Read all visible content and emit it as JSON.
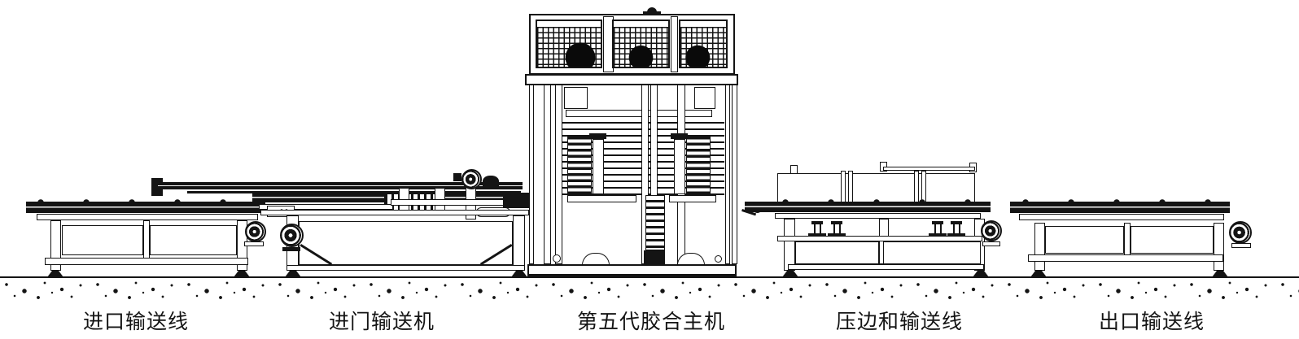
{
  "machines": [
    {
      "label": "进口输送线"
    },
    {
      "label": "进门输送机"
    },
    {
      "label": "第五代胶合主机"
    },
    {
      "label": "压边和输送线"
    },
    {
      "label": "出口输送线"
    }
  ],
  "colors": {
    "line": "#141414",
    "background": "#ffffff"
  }
}
